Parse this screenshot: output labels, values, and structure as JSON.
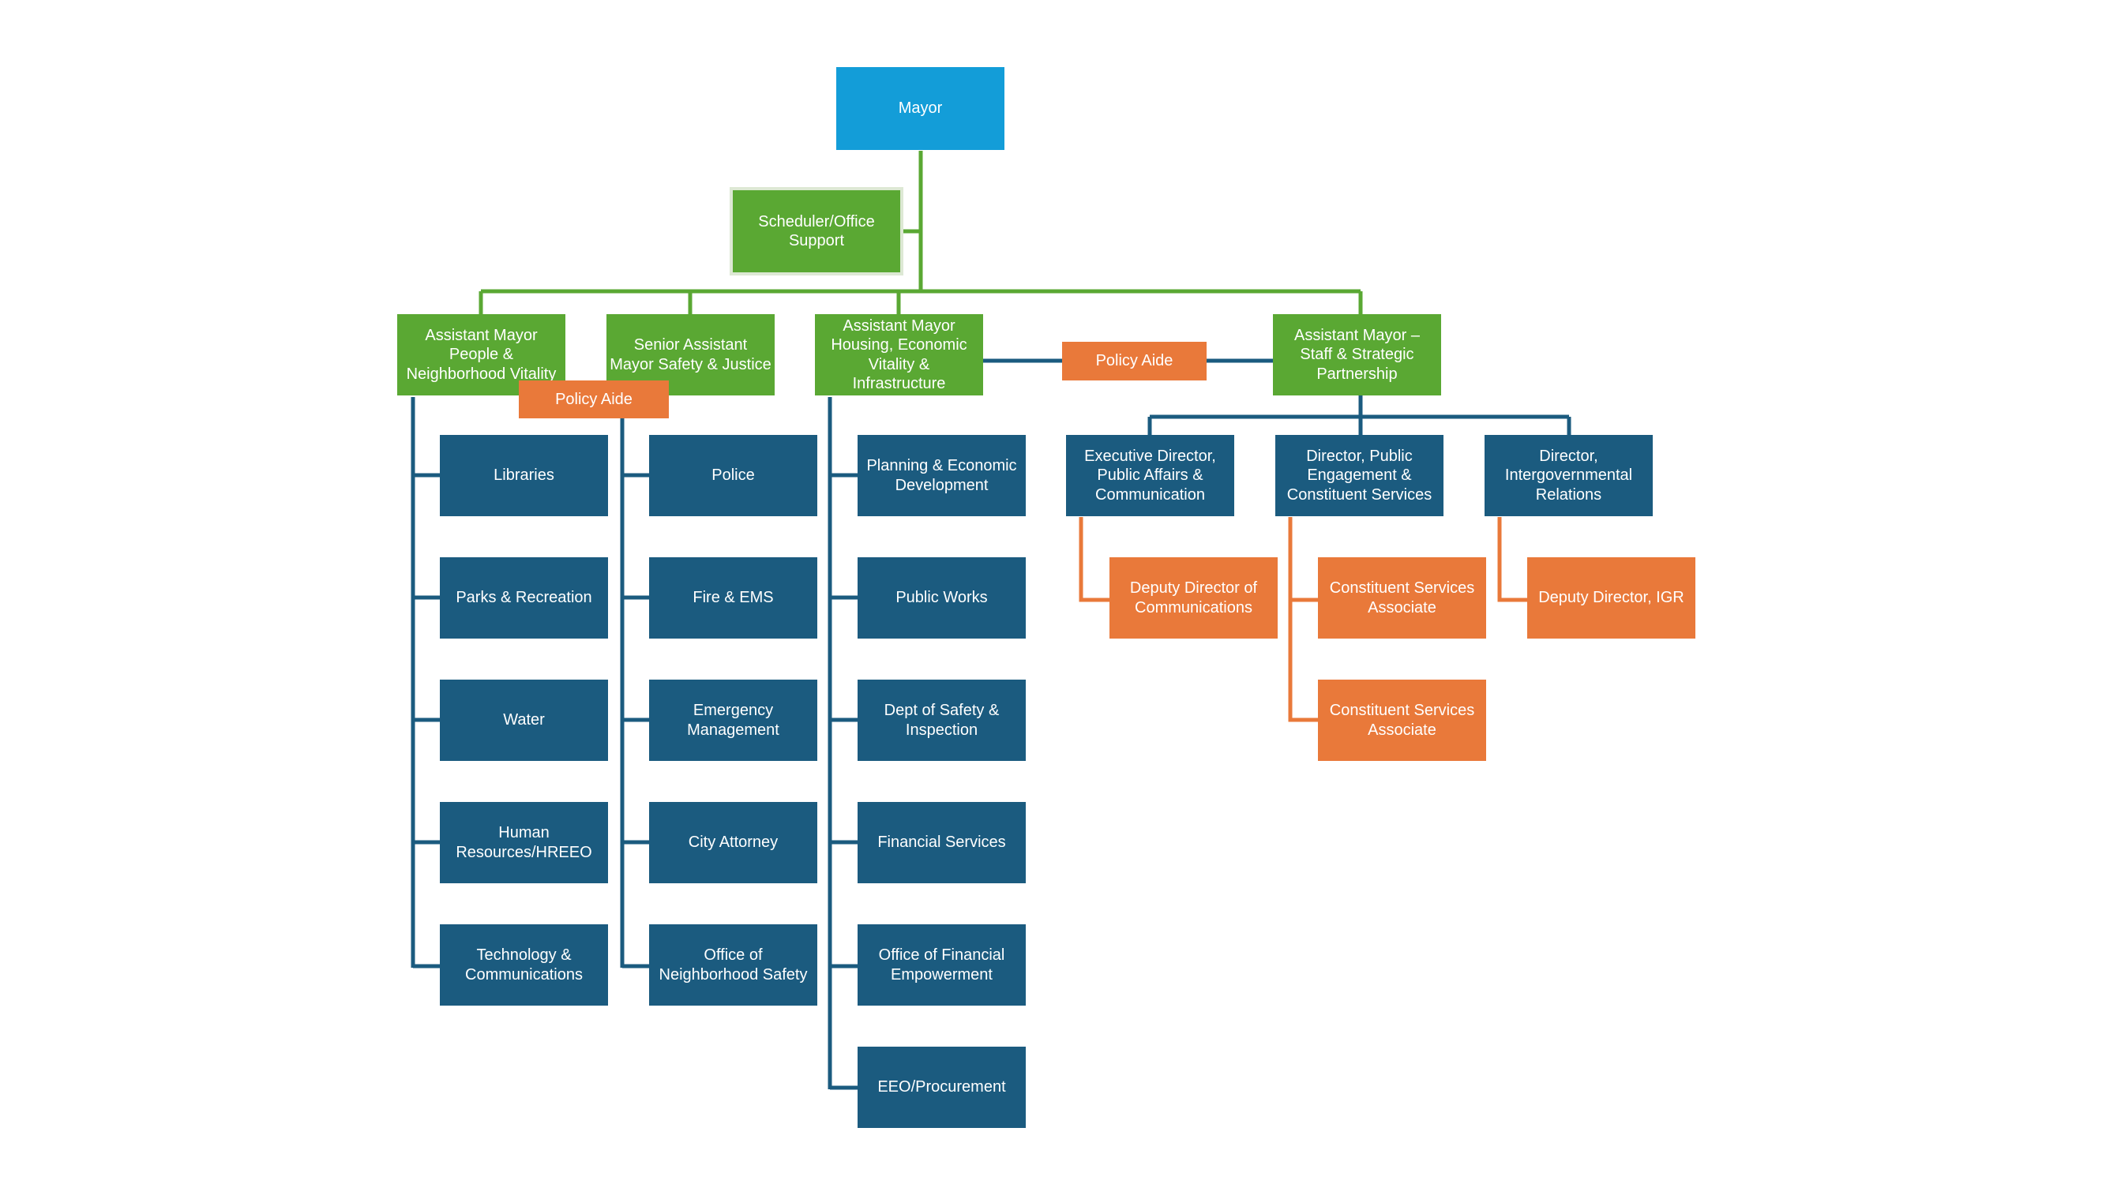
{
  "org_chart": {
    "colors": {
      "top": "#139dd8",
      "leadership": "#5aa833",
      "department": "#1b5b7f",
      "staff": "#e9793a",
      "green_connector": "#5aa833",
      "navy_connector": "#1b5b7f",
      "orange_connector": "#e9793a"
    },
    "mayor": "Mayor",
    "scheduler": "Scheduler/Office\nSupport",
    "assistant_mayors": {
      "people": "Assistant Mayor\nPeople &\nNeighborhood Vitality",
      "safety": "Senior Assistant\nMayor Safety & Justice",
      "housing": "Assistant Mayor\nHousing, Economic\nVitality &\nInfrastructure",
      "staff": "Assistant Mayor –\nStaff & Strategic\nPartnership"
    },
    "policy_aide_left": "Policy Aide",
    "policy_aide_right": "Policy Aide",
    "people_departments": [
      "Libraries",
      "Parks & Recreation",
      "Water",
      "Human\nResources/HREEO",
      "Technology &\nCommunications"
    ],
    "safety_departments": [
      "Police",
      "Fire & EMS",
      "Emergency\nManagement",
      "City Attorney",
      "Office of\nNeighborhood Safety"
    ],
    "housing_departments": [
      "Planning & Economic\nDevelopment",
      "Public Works",
      "Dept of Safety &\nInspection",
      "Financial Services",
      "Office of Financial\nEmpowerment",
      "EEO/Procurement"
    ],
    "directors": {
      "public_affairs": "Executive Director,\nPublic Affairs &\nCommunication",
      "public_engagement": "Director, Public\nEngagement &\nConstituent Services",
      "intergovernmental": "Director,\nIntergovernmental\nRelations"
    },
    "deputy_communications": "Deputy Director of\nCommunications",
    "constituent_associates": [
      "Constituent Services\nAssociate",
      "Constituent Services\nAssociate"
    ],
    "deputy_igr": "Deputy Director, IGR"
  }
}
